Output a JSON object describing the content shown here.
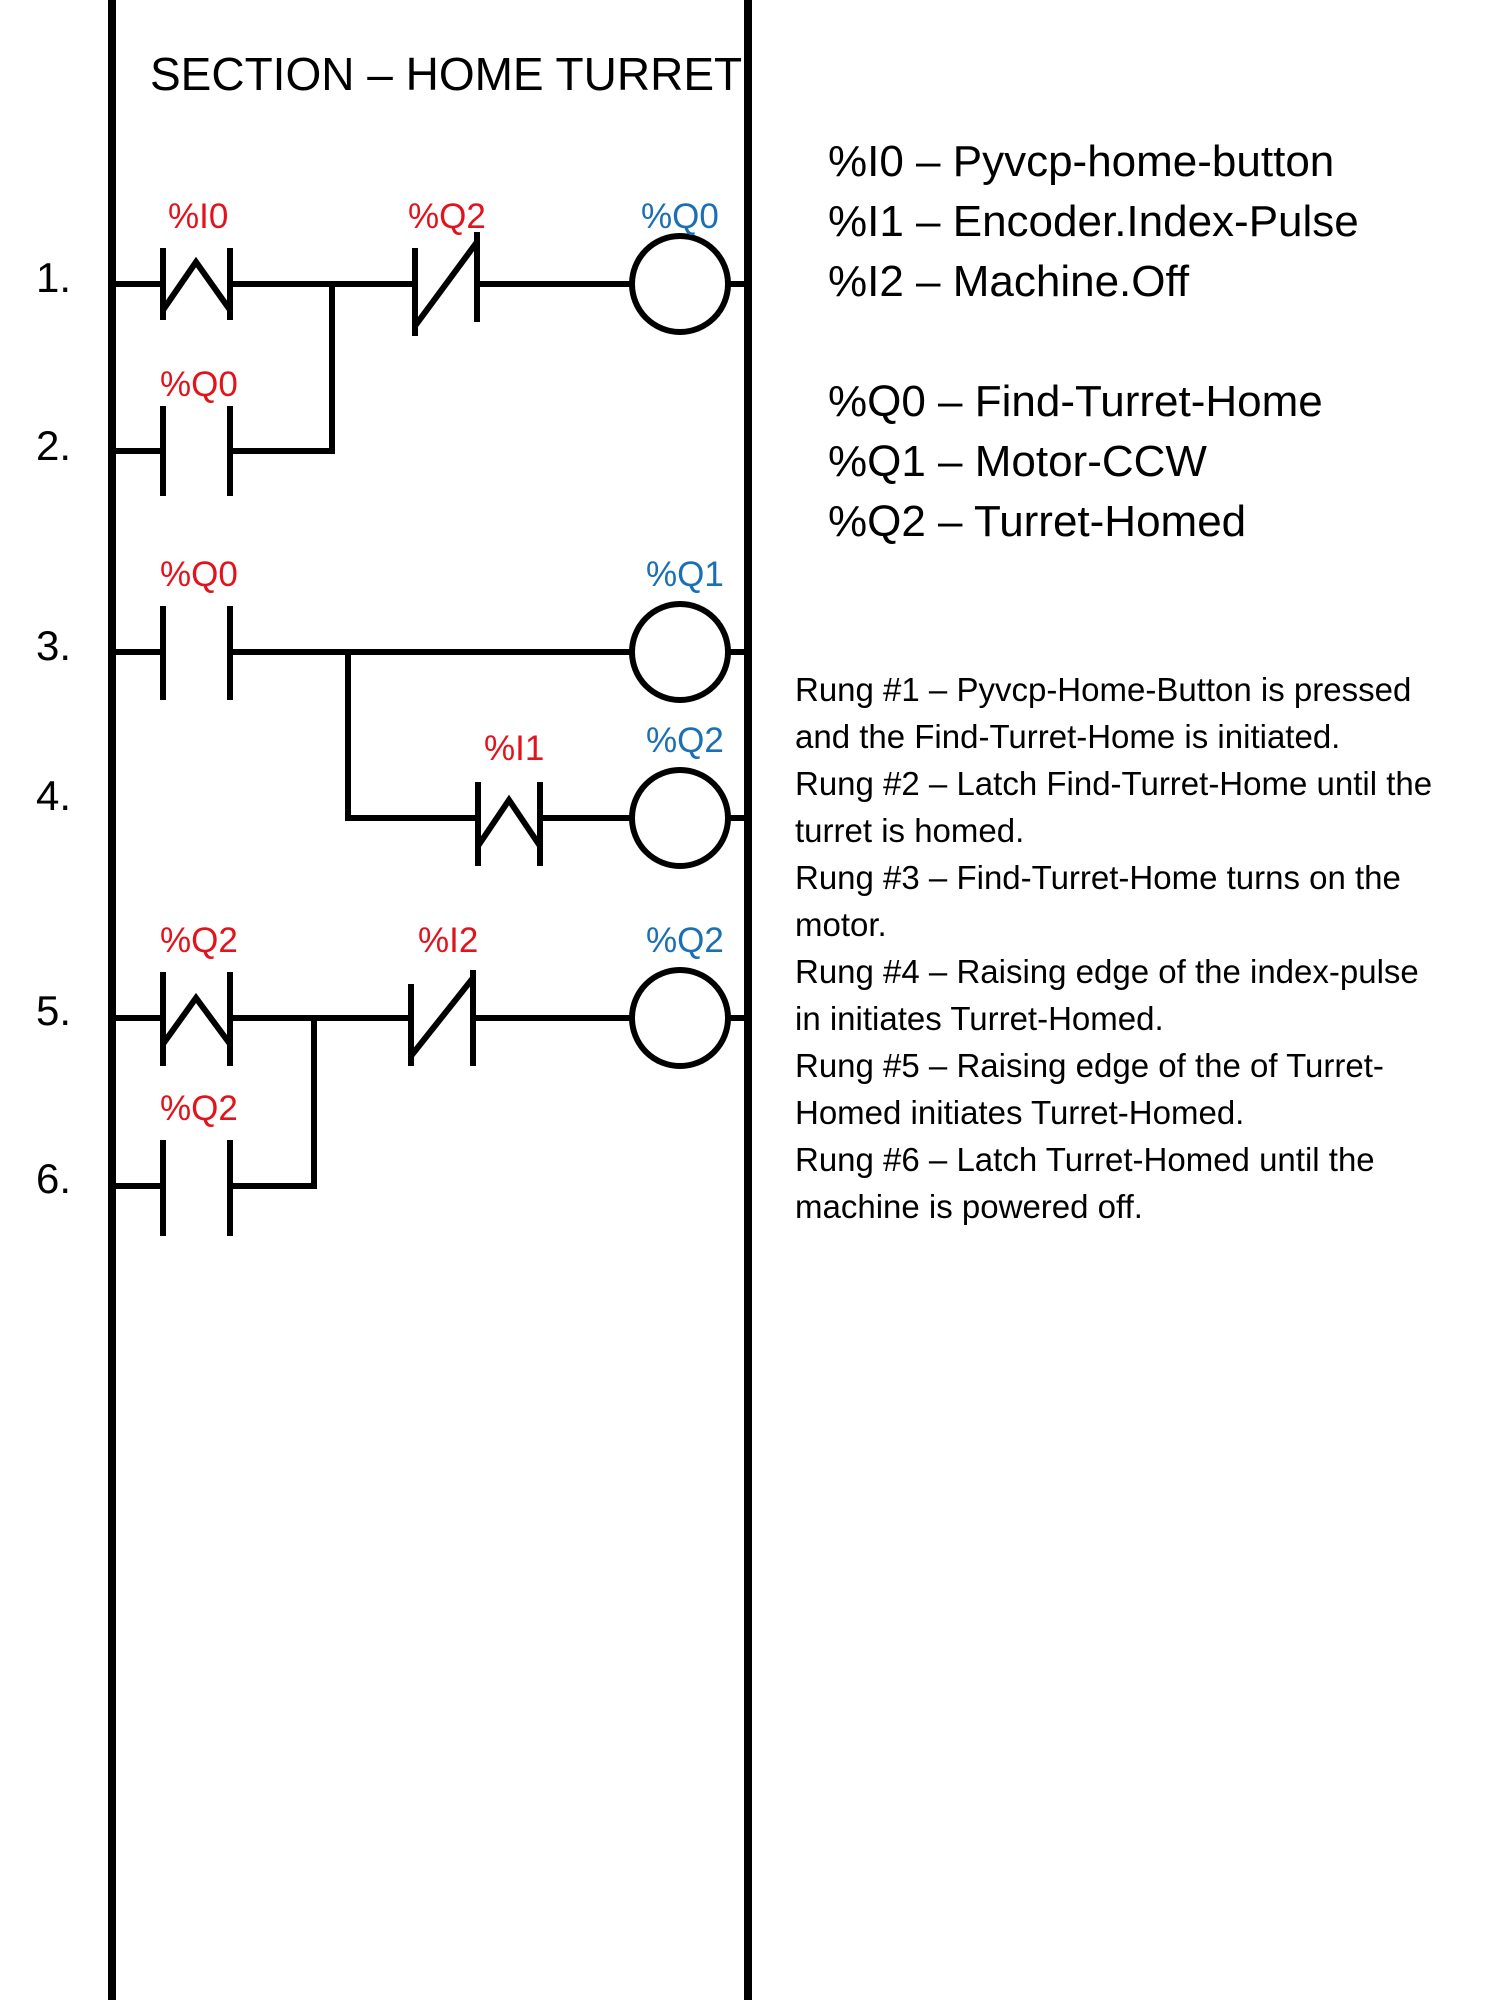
{
  "title": "SECTION  – HOME TURRET",
  "rung_numbers": [
    "1.",
    "2.",
    "3.",
    "4.",
    "5.",
    "6."
  ],
  "contacts": [
    {
      "rung": 1,
      "label": "%I0",
      "type": "rising-edge"
    },
    {
      "rung": 1,
      "label": "%Q2",
      "type": "normally-closed"
    },
    {
      "rung": 2,
      "label": "%Q0",
      "type": "normally-open"
    },
    {
      "rung": 3,
      "label": "%Q0",
      "type": "normally-open"
    },
    {
      "rung": 4,
      "label": "%I1",
      "type": "rising-edge"
    },
    {
      "rung": 5,
      "label": "%Q2",
      "type": "rising-edge"
    },
    {
      "rung": 5,
      "label": "%I2",
      "type": "normally-closed"
    },
    {
      "rung": 6,
      "label": "%Q2",
      "type": "normally-open"
    }
  ],
  "coils": [
    {
      "rung": 1,
      "label": "%Q0"
    },
    {
      "rung": 3,
      "label": "%Q1"
    },
    {
      "rung": 4,
      "label": "%Q2"
    },
    {
      "rung": 5,
      "label": "%Q2"
    }
  ],
  "legend_inputs": [
    "%I0 – Pyvcp-home-button",
    "%I1 – Encoder.Index-Pulse",
    "%I2 – Machine.Off"
  ],
  "legend_outputs": [
    "%Q0 – Find-Turret-Home",
    "%Q1 – Motor-CCW",
    "%Q2 – Turret-Homed"
  ],
  "description_lines": [
    "Rung #1 – Pyvcp-Home-Button is pressed",
    "and the Find-Turret-Home is initiated.",
    "Rung #2 – Latch Find-Turret-Home until the",
    "turret is homed.",
    "Rung #3 – Find-Turret-Home turns on the",
    "motor.",
    "Rung #4 – Raising edge of the index-pulse",
    "in initiates Turret-Homed.",
    "Rung #5 – Raising edge of the of Turret-",
    "Homed initiates Turret-Homed.",
    "Rung #6 – Latch Turret-Homed until the",
    "machine is powered off."
  ],
  "colors": {
    "input_label": "#e3131b",
    "output_label": "#1a6fb5",
    "ink": "#000000"
  }
}
